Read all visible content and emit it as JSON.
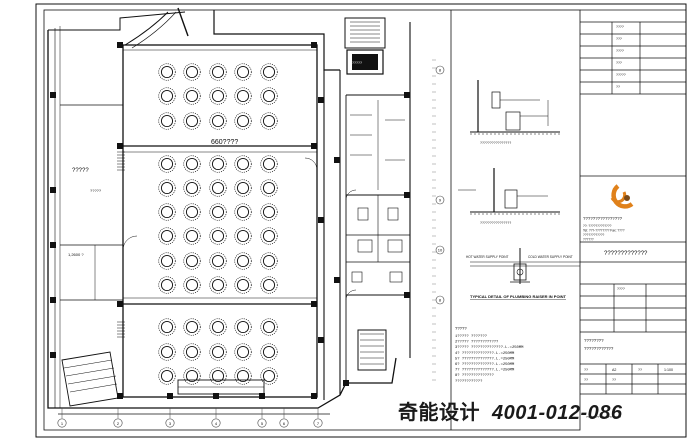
{
  "hall_label": "660????",
  "left_room_label": "?????",
  "left_small_label": "?????",
  "left_corridor_label": "1,2600 ?",
  "stair_label": "??????",
  "detail_title": "TYPICAL DETAIL OF PLUMBING RAISER IN POINT",
  "supply_label_left": "HOT WATER SUPPLY POINT",
  "supply_label_right": "COLD WATER SUPPLY POINT",
  "upper_detail_caption": "????????????????",
  "mid_detail_caption": "????????????????",
  "notes_title": "?????",
  "notes": [
    "1?????  ???????",
    "2?????  ????????????",
    "3?????  ??????????????.L.=250MM",
    "4?  ??????????????.L.=250MM",
    "5?  ??????????????.L.=250MM",
    "6?  ??????????????.L.=250MM",
    "7?  ??????????????.L.=250MM",
    "8?  ??????????????",
    "????????????"
  ],
  "company_name": "????????????????",
  "company_lines": [
    "??: ?????????????",
    "Tel: ???-????????   Fax: ????",
    "????????????",
    "??????"
  ],
  "project_name": "?????????????",
  "drawing_title_line1": "????????",
  "drawing_title_line2": "????????????",
  "title_block_rows": [
    "????",
    "???",
    "????",
    "???",
    "?????",
    "??",
    "????"
  ],
  "sheet_meta": [
    "??",
    "A2",
    "??",
    "1:100",
    "??",
    "??"
  ],
  "grid_numbers": [
    "1",
    "2",
    "3",
    "4",
    "5",
    "6",
    "7",
    "8",
    "9",
    "10"
  ],
  "footer_small": "?????????????????????",
  "watermark_brand": "奇能设计",
  "watermark_phone": "4001-012-086",
  "colors": {
    "line": "#111111",
    "paper": "#ffffff",
    "grid": "#444444"
  }
}
